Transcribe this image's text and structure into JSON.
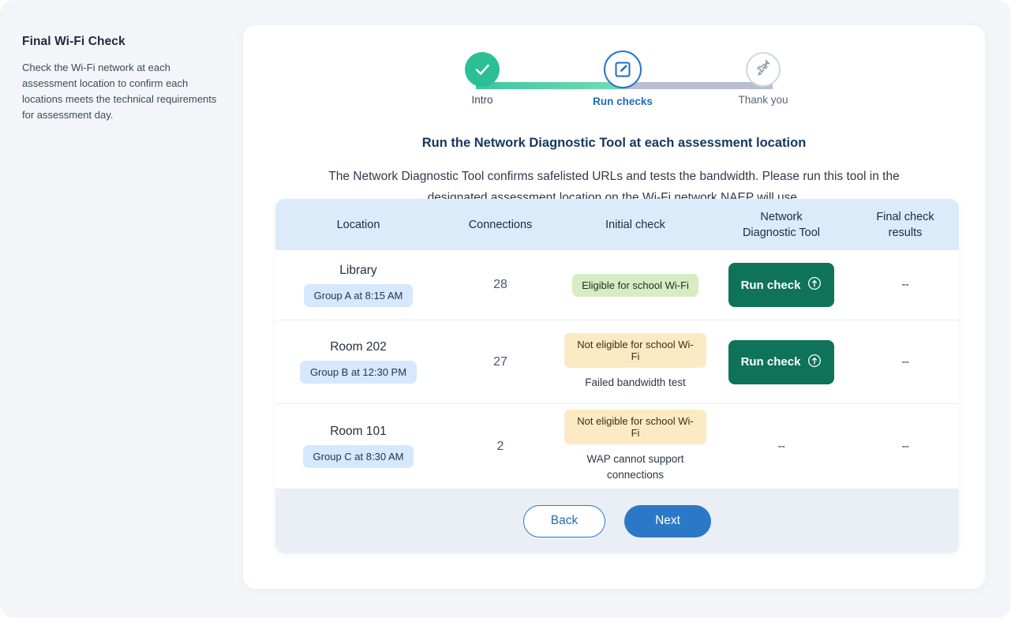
{
  "side_panel": {
    "title": "Final Wi-Fi Check",
    "description": "Check the Wi-Fi network at each assessment location to confirm each locations meets the technical requirements for assessment day."
  },
  "stepper": {
    "steps": [
      {
        "label": "Intro",
        "state": "done",
        "icon": "check-icon"
      },
      {
        "label": "Run checks",
        "state": "current",
        "icon": "edit-square-icon"
      },
      {
        "label": "Thank you",
        "state": "future",
        "icon": "rocket-icon"
      }
    ]
  },
  "content": {
    "title": "Run the Network Diagnostic Tool at each assessment location",
    "body": "The Network Diagnostic Tool confirms safelisted URLs and tests the bandwidth. Please run this tool in the designated assessment location on the Wi-Fi network NAEP will use."
  },
  "table": {
    "headers": {
      "location": "Location",
      "connections": "Connections",
      "initial_check": "Initial check",
      "network_diagnostic_tool": "Network\nDiagnostic Tool",
      "ndt_line1": "Network",
      "ndt_line2": "Diagnostic Tool",
      "final_line1": "Final check",
      "final_line2": "results"
    },
    "rows": [
      {
        "location": "Library",
        "group_chip": "Group A at 8:15 AM",
        "connections": "28",
        "initial_badge": "Eligible for school Wi-Fi",
        "initial_badge_type": "ok",
        "initial_note": "",
        "ndt_action": "Run check",
        "ndt_icon": "info-circle-icon",
        "ndt_dash": "",
        "final_result": "--"
      },
      {
        "location": "Room 202",
        "group_chip": "Group B at 12:30 PM",
        "connections": "27",
        "initial_badge": "Not eligible for school Wi-Fi",
        "initial_badge_type": "warn",
        "initial_note": "Failed bandwidth test",
        "ndt_action": "Run check",
        "ndt_icon": "info-circle-icon",
        "ndt_dash": "",
        "final_result": "--"
      },
      {
        "location": "Room 101",
        "group_chip": "Group C at 8:30 AM",
        "connections": "2",
        "initial_badge": "Not eligible for school Wi-Fi",
        "initial_badge_type": "warn",
        "initial_note": "WAP cannot support connections",
        "ndt_action": "",
        "ndt_icon": "",
        "ndt_dash": "--",
        "final_result": "--"
      }
    ]
  },
  "footer": {
    "back_label": "Back",
    "next_label": "Next"
  },
  "colors": {
    "page_bg": "#f4f5f8",
    "card_bg": "#ffffff",
    "accent_blue": "#2b79c6",
    "step_done_green": "#2bbf96",
    "run_check_green": "#0e7359",
    "table_header_bg": "#dcebfa",
    "table_footer_bg": "#eaeff6",
    "chip_blue": "#d6e8fb",
    "badge_ok_green": "#d6edc4",
    "badge_warn_amber": "#fbeac4",
    "track_todo_gray": "#b6bed0"
  }
}
